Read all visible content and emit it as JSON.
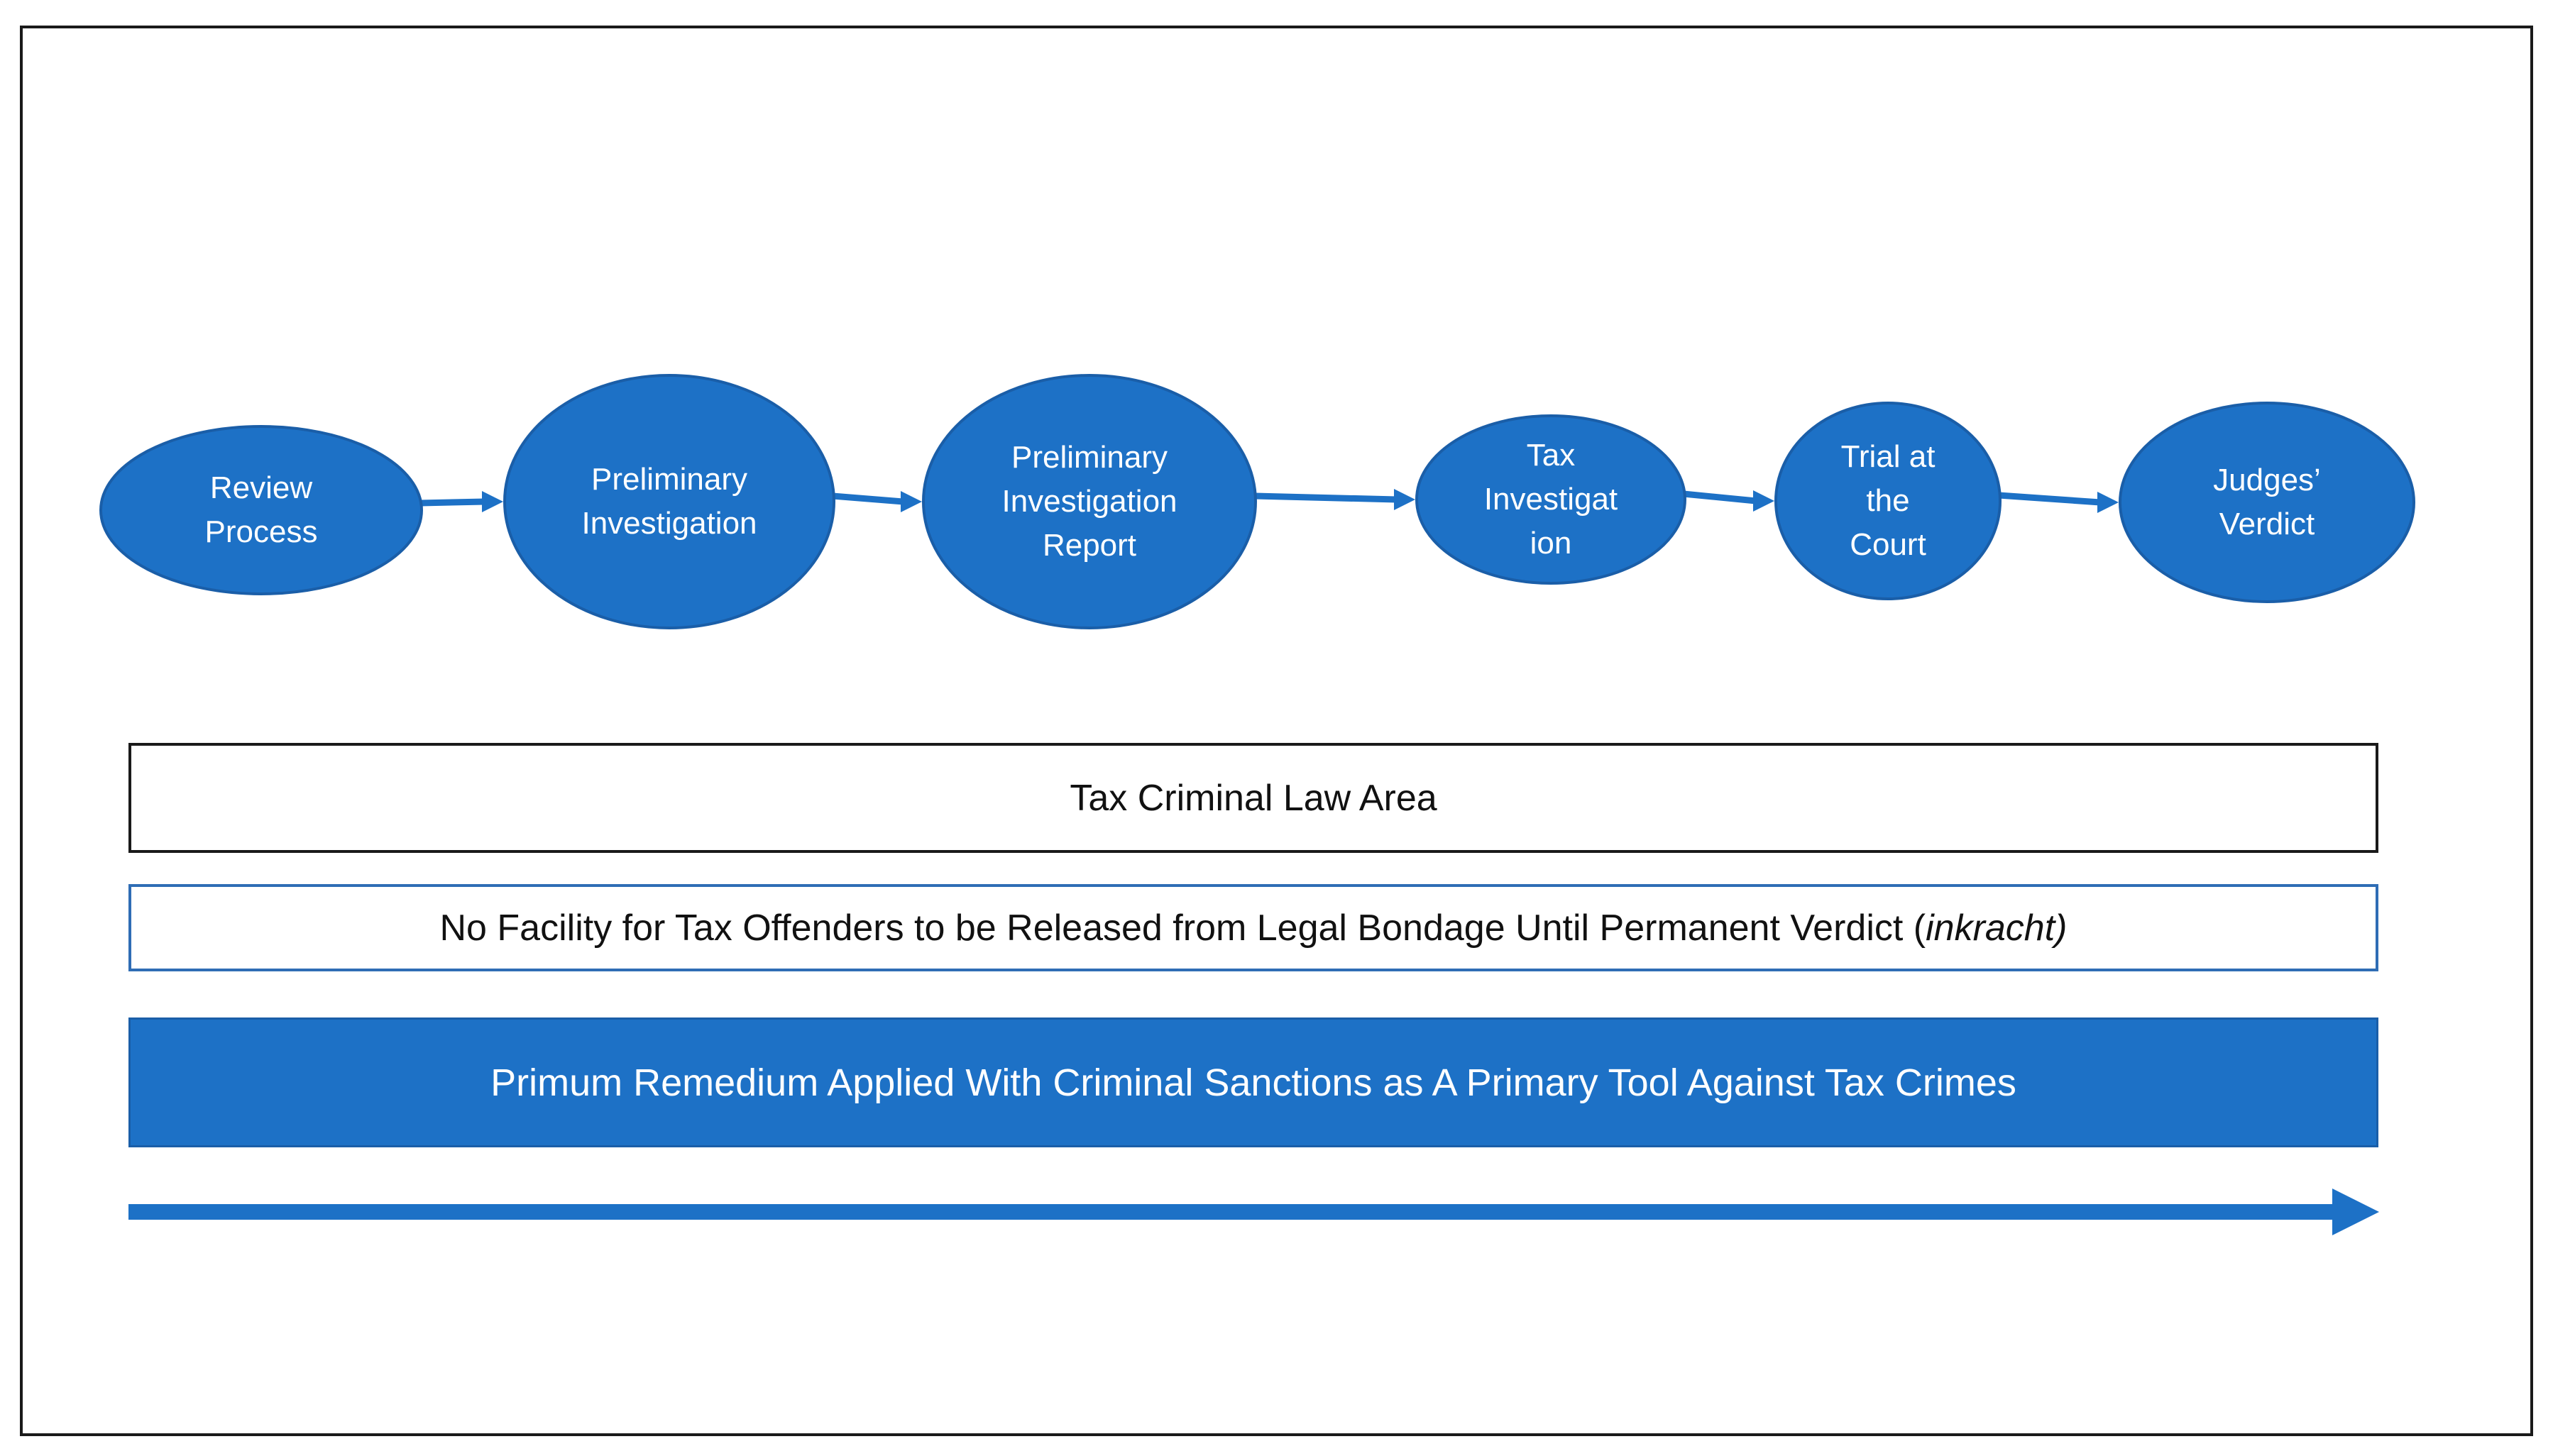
{
  "colors": {
    "node_fill": "#1d71c6",
    "node_stroke": "#1a5ea8",
    "arrow": "#1d71c6",
    "node_text": "#ffffff",
    "band_text": "#111111"
  },
  "process_steps": [
    {
      "label": "Review\nProcess"
    },
    {
      "label": "Preliminary\nInvestigation"
    },
    {
      "label": "Preliminary\nInvestigation\nReport"
    },
    {
      "label": "Tax\nInvestigat\nion"
    },
    {
      "label": "Trial at\nthe\nCourt"
    },
    {
      "label": "Judges’\nVerdict"
    }
  ],
  "bands": {
    "area": "Tax Criminal Law Area",
    "facility_main": "No Facility for Tax Offenders to be Released from Legal Bondage Until Permanent Verdict (",
    "facility_italic": "inkracht)",
    "primum": "Primum Remedium Applied With Criminal Sanctions as A Primary Tool Against Tax Crimes"
  }
}
